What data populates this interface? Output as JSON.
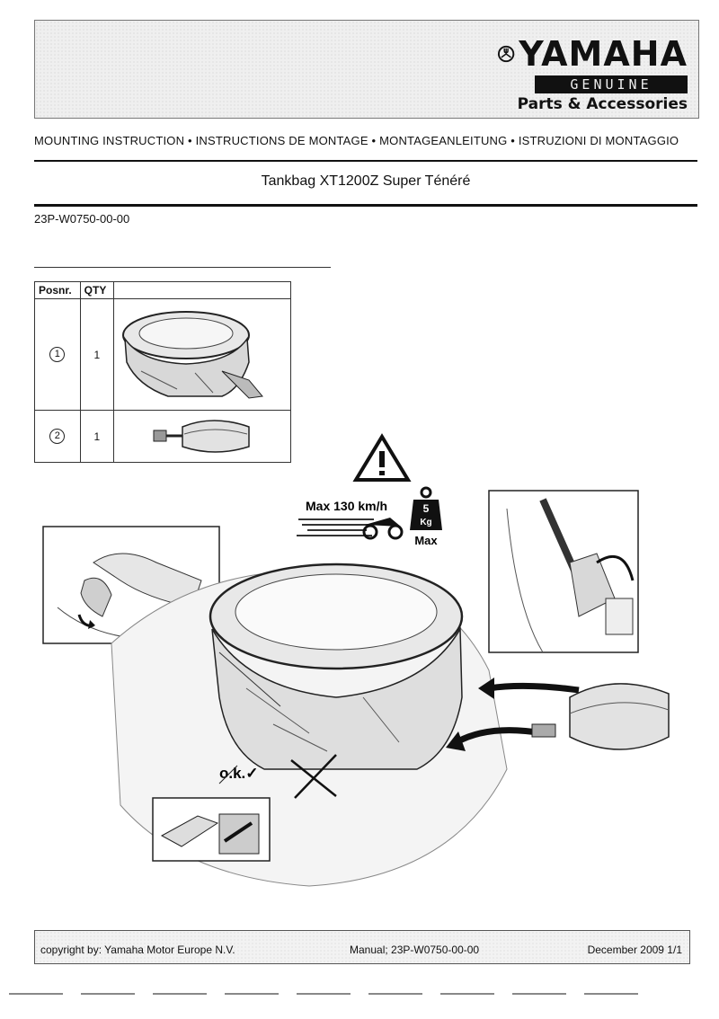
{
  "header": {
    "brand": "YAMAHA",
    "genuine": "GENUINE",
    "parts_accessories": "Parts & Accessories"
  },
  "instruction_line": "MOUNTING INSTRUCTION • INSTRUCTIONS DE MONTAGE • MONTAGEANLEITUNG • ISTRUZIONI DI MONTAGGIO",
  "product_title": "Tankbag XT1200Z Super Ténéré",
  "part_number": "23P-W0750-00-00",
  "parts_table": {
    "headers": [
      "Posnr.",
      "QTY"
    ],
    "rows": [
      {
        "pos": "1",
        "qty": "1"
      },
      {
        "pos": "2",
        "qty": "1"
      }
    ]
  },
  "illustration": {
    "speed_label": "Max 130 km/h",
    "weight_value": "5",
    "weight_unit": "Kg",
    "weight_label": "Max",
    "ok_label": "o.k.✓"
  },
  "footer": {
    "copyright": "copyright by: Yamaha Motor Europe N.V.",
    "manual": "Manual; 23P-W0750-00-00",
    "date": "December 2009 1/1"
  }
}
